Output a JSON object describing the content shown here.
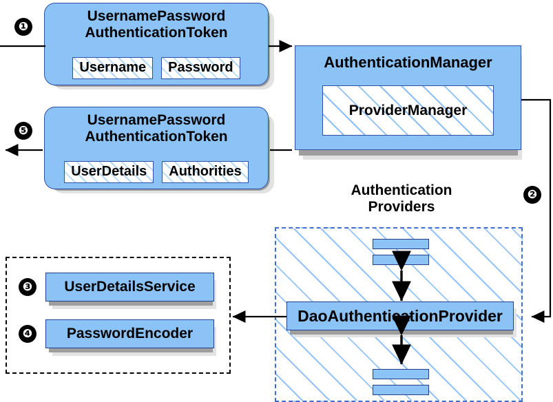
{
  "diagram": {
    "title": "Spring Security Username/Password Authentication Flow",
    "colors": {
      "node_fill": "#8CC3F7",
      "node_border": "#1F3E8C",
      "token_border": "#2C4FA8",
      "hatch": "#78B4F5",
      "providers_border": "#3E6FD0",
      "group_border": "#000000",
      "shadow_dark": "#9E9E9E",
      "shadow_light": "#E2E2E2",
      "badge_fill": "#000000",
      "badge_text": "#FFFFFF",
      "wire": "#000000"
    }
  },
  "badges": [
    {
      "id": "step-1",
      "label": "❶"
    },
    {
      "id": "step-5",
      "label": "❺"
    },
    {
      "id": "step-2",
      "label": "❷"
    },
    {
      "id": "step-3",
      "label": "❸"
    },
    {
      "id": "step-4",
      "label": "❹"
    }
  ],
  "request_token": {
    "title": "UsernamePassword\nAuthenticationToken",
    "slots": [
      {
        "label": "Username"
      },
      {
        "label": "Password"
      }
    ]
  },
  "response_token": {
    "title": "UsernamePassword\nAuthenticationToken",
    "slots": [
      {
        "label": "UserDetails"
      },
      {
        "label": "Authorities"
      }
    ]
  },
  "authentication_manager": {
    "title": "AuthenticationManager",
    "inner": {
      "label": "ProviderManager"
    }
  },
  "authentication_providers": {
    "label": "Authentication\nProviders",
    "dao_provider": {
      "label": "DaoAuthenticationProvider"
    },
    "other_providers_top": [
      {
        "label": ""
      },
      {
        "label": ""
      }
    ],
    "other_providers_bottom": [
      {
        "label": ""
      },
      {
        "label": ""
      }
    ]
  },
  "collaborators_group": {
    "items": [
      {
        "label": "UserDetailsService"
      },
      {
        "label": "PasswordEncoder"
      }
    ]
  }
}
